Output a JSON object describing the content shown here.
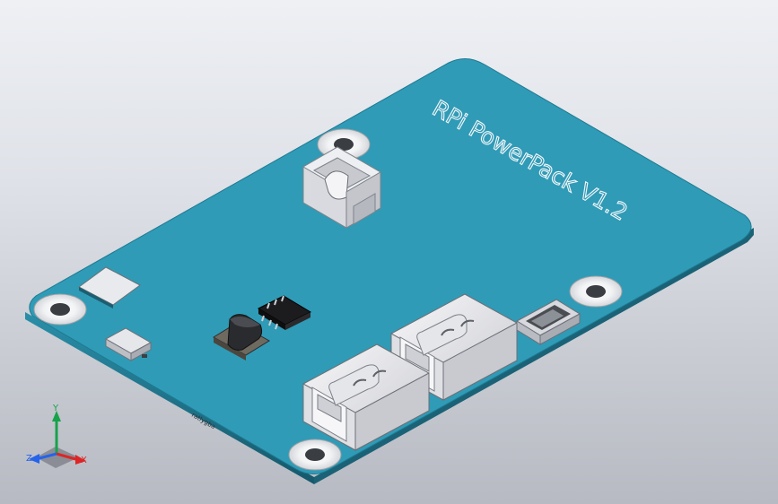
{
  "board": {
    "title": "RPi PowerPack V1.2",
    "small_label": "ratlygba"
  },
  "triad": {
    "x_label": "X",
    "y_label": "Y",
    "z_label": "Z"
  },
  "colors": {
    "pcb_top": "#2f9bb7",
    "pcb_edge": "#1e6f86",
    "component_white": "#f1f1f3",
    "chip_black": "#1b1b1d"
  }
}
